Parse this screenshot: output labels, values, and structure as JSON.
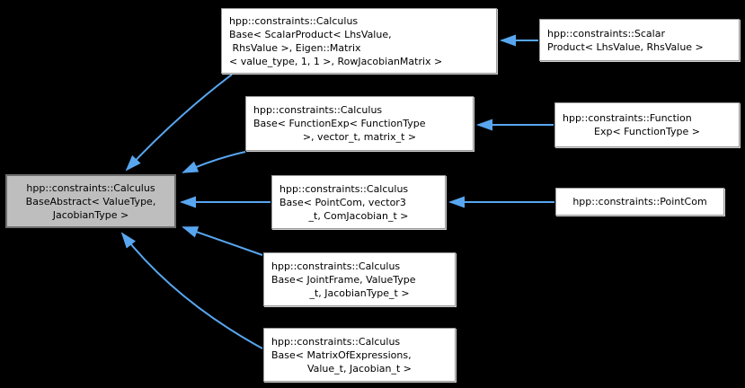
{
  "colors": {
    "background": "#000000",
    "arrow": "#58a6f0",
    "node_fill": "#ffffff",
    "node_border": "#9a9a9a",
    "highlight_fill": "#bebebe",
    "highlight_border": "#6e6e6e",
    "text": "#000000"
  },
  "diagram": {
    "type": "inheritance-graph",
    "nodes": [
      {
        "id": "calculus-base-abstract",
        "highlighted": true,
        "lines": [
          "hpp::constraints::Calculus",
          "BaseAbstract< ValueType,",
          "JacobianType >"
        ]
      },
      {
        "id": "calculus-base-scalar-product",
        "highlighted": false,
        "lines": [
          "hpp::constraints::Calculus",
          "Base< ScalarProduct< LhsValue,",
          " RhsValue >, Eigen::Matrix",
          "< value_type, 1, 1 >, RowJacobianMatrix >"
        ]
      },
      {
        "id": "scalar-product",
        "highlighted": false,
        "lines": [
          "hpp::constraints::Scalar",
          "Product< LhsValue, RhsValue >"
        ]
      },
      {
        "id": "calculus-base-function-exp",
        "highlighted": false,
        "lines": [
          "hpp::constraints::Calculus",
          "Base< FunctionExp< FunctionType",
          ">, vector_t, matrix_t >"
        ]
      },
      {
        "id": "function-exp",
        "highlighted": false,
        "lines": [
          "hpp::constraints::Function",
          "Exp< FunctionType >"
        ]
      },
      {
        "id": "calculus-base-point-com",
        "highlighted": false,
        "lines": [
          "hpp::constraints::Calculus",
          "Base< PointCom, vector3",
          "_t, ComJacobian_t >"
        ]
      },
      {
        "id": "point-com",
        "highlighted": false,
        "lines": [
          "hpp::constraints::PointCom"
        ]
      },
      {
        "id": "calculus-base-joint-frame",
        "highlighted": false,
        "lines": [
          "hpp::constraints::Calculus",
          "Base< JointFrame, ValueType",
          "_t, JacobianType_t >"
        ]
      },
      {
        "id": "calculus-base-matrix-of-expressions",
        "highlighted": false,
        "lines": [
          "hpp::constraints::Calculus",
          "Base< MatrixOfExpressions,",
          "Value_t, Jacobian_t >"
        ]
      }
    ],
    "edges": [
      {
        "from": "calculus-base-scalar-product",
        "to": "calculus-base-abstract"
      },
      {
        "from": "calculus-base-function-exp",
        "to": "calculus-base-abstract"
      },
      {
        "from": "calculus-base-point-com",
        "to": "calculus-base-abstract"
      },
      {
        "from": "calculus-base-joint-frame",
        "to": "calculus-base-abstract"
      },
      {
        "from": "calculus-base-matrix-of-expressions",
        "to": "calculus-base-abstract"
      },
      {
        "from": "scalar-product",
        "to": "calculus-base-scalar-product"
      },
      {
        "from": "function-exp",
        "to": "calculus-base-function-exp"
      },
      {
        "from": "point-com",
        "to": "calculus-base-point-com"
      }
    ]
  }
}
